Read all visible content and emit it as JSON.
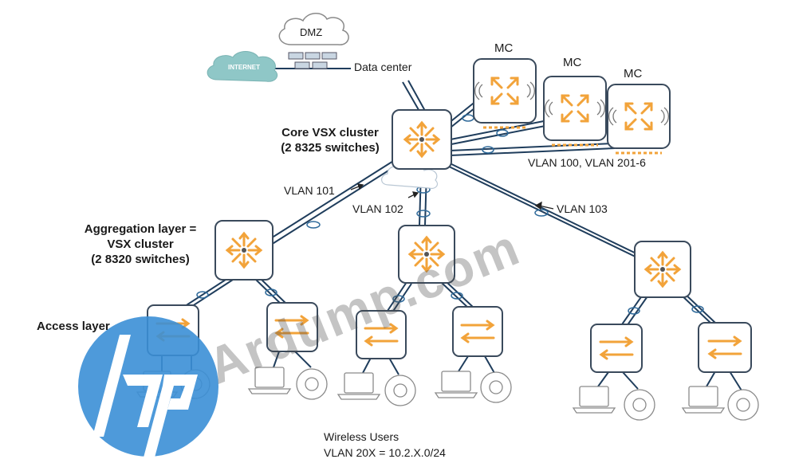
{
  "labels": {
    "dmz": "DMZ",
    "internet": "INTERNET",
    "data_center": "Data center",
    "core_line1": "Core VSX cluster",
    "core_line2": "(2 8325 switches)",
    "agg_line1": "Aggregation layer =",
    "agg_line2": "VSX cluster",
    "agg_line3": "(2 8320 switches)",
    "access_layer": "Access layer",
    "mc": [
      "MC",
      "MC",
      "MC"
    ],
    "vlan_mc": "VLAN 100, VLAN 201-6",
    "vlan_101": "VLAN 101",
    "vlan_102": "VLAN 102",
    "vlan_103": "VLAN 103",
    "wireless_line1": "Wireless Users",
    "wireless_line2": "VLAN 20X = 10.2.X.0/24"
  },
  "watermark": "Ardump.com",
  "colors": {
    "link": "#1f3d5c",
    "switch_border": "#3a4a5c",
    "arrow": "#f2a33a",
    "cloud_green": "#8fc7c7",
    "logo_blue": "#3b8fd6"
  }
}
